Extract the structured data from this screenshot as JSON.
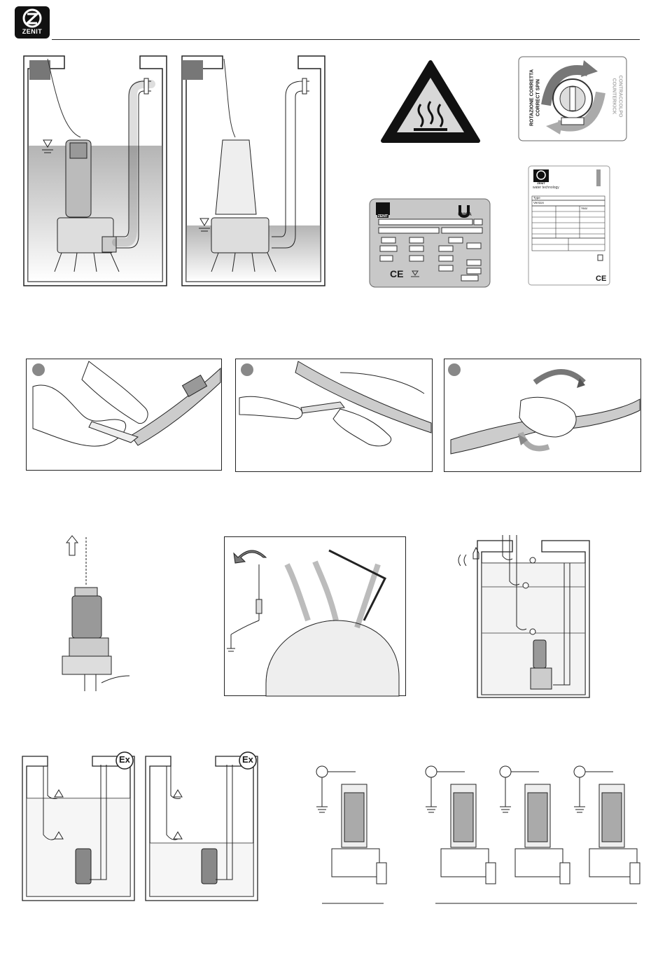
{
  "header": {
    "brand": "ZENIT"
  },
  "spin_label": {
    "correct_it": "ROTAZIONE CORRETTA",
    "correct_en": "CORRECT SPIN",
    "counter_it": "CONTRACCOLPO",
    "counter_en": "COUNTERKICK"
  },
  "plate_uniqa": {
    "brand": "ZENIT",
    "series": "UNIQA"
  },
  "certificate": {
    "brand": "ZENIT",
    "tagline": "water technology",
    "row_type": "Type",
    "row_version": "Version",
    "col_year": "Year",
    "ce": "CE"
  },
  "plate_ce": "CE",
  "ex_mark": "Ex"
}
